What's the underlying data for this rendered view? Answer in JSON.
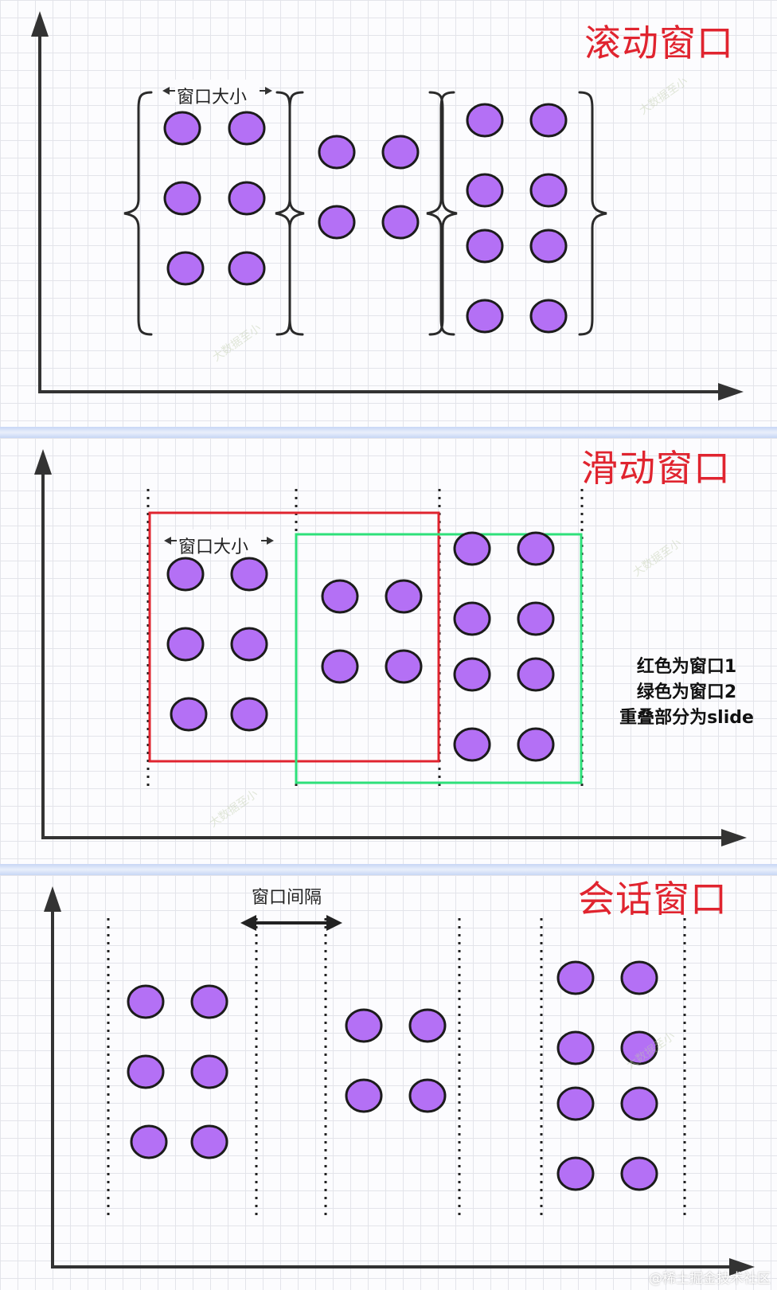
{
  "colors": {
    "title": "#e0242f",
    "dot_fill": "#b470f5",
    "dot_stroke": "#1c1c1c",
    "axis": "#333333",
    "window_1": "#e0242f",
    "window_2": "#2ee07a"
  },
  "panels": [
    {
      "title": "滚动窗口",
      "window_size_label": "窗口大小"
    },
    {
      "title": "滑动窗口",
      "window_size_label": "窗口大小",
      "legend": [
        "红色为窗口1",
        "绿色为窗口2",
        "重叠部分为slide"
      ]
    },
    {
      "title": "会话窗口",
      "gap_label": "窗口间隔"
    }
  ],
  "watermark": "大数据至小",
  "footer": "@稀土掘金技术社区"
}
